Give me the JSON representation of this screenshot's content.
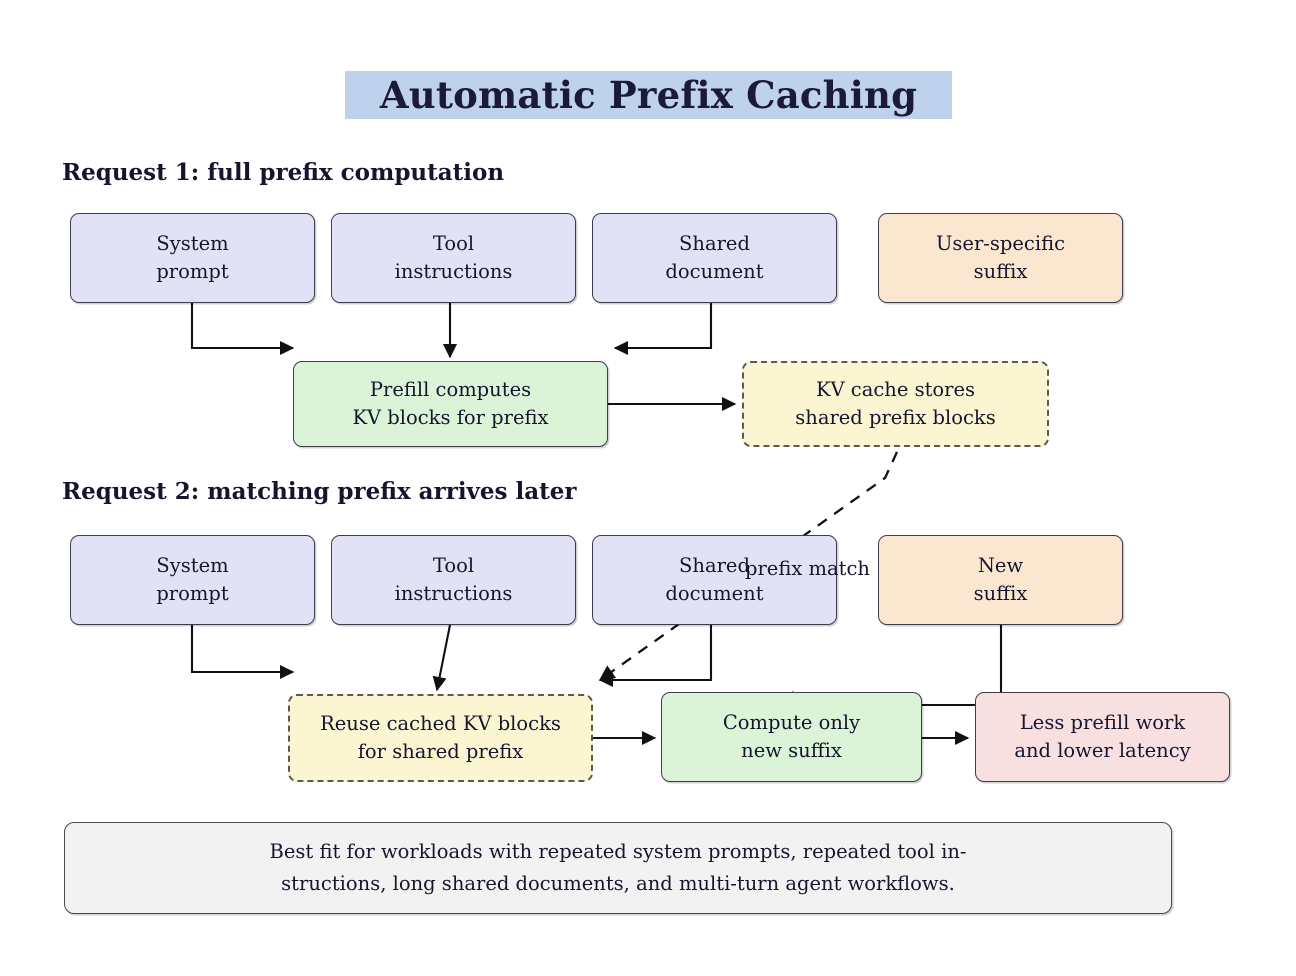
{
  "title": "Automatic Prefix Caching",
  "sections": [
    {
      "heading": "Request 1: full prefix computation"
    },
    {
      "heading": "Request 2: matching prefix arrives later"
    }
  ],
  "row1": {
    "system_prompt": {
      "line1": "System",
      "line2": "prompt"
    },
    "tool_instr": {
      "line1": "Tool",
      "line2": "instructions"
    },
    "shared_doc": {
      "line1": "Shared",
      "line2": "document"
    },
    "user_suffix": {
      "line1": "User-specific",
      "line2": "suffix"
    },
    "prefill": {
      "line1": "Prefill computes",
      "line2": "KV blocks for prefix"
    },
    "kv_cache": {
      "line1": "KV cache stores",
      "line2": "shared prefix blocks"
    }
  },
  "row2": {
    "system_prompt": {
      "line1": "System",
      "line2": "prompt"
    },
    "tool_instr": {
      "line1": "Tool",
      "line2": "instructions"
    },
    "shared_doc": {
      "line1": "Shared",
      "line2": "document"
    },
    "new_suffix": {
      "line1": "New",
      "line2": "suffix"
    },
    "reuse": {
      "line1": "Reuse cached KV blocks",
      "line2": "for shared prefix"
    },
    "compute": {
      "line1": "Compute only",
      "line2": "new suffix"
    },
    "benefit": {
      "line1": "Less prefill work",
      "line2": "and lower latency"
    }
  },
  "edge_labels": {
    "prefix_match": "prefix match"
  },
  "note": {
    "line1": "Best fit for workloads with repeated system prompts, repeated tool in-",
    "line2": "structions, long shared documents, and multi-turn agent workflows."
  },
  "colors": {
    "title_highlight": "#bed2ee",
    "lavender": "#e2e2f7",
    "orange": "#fbe7d0",
    "green": "#dbf3d7",
    "yellow": "#fbf5d2",
    "pink": "#f8dfe0",
    "grey": "#f2f2f2",
    "stroke": "#3d3d4e",
    "text": "#15152e"
  }
}
